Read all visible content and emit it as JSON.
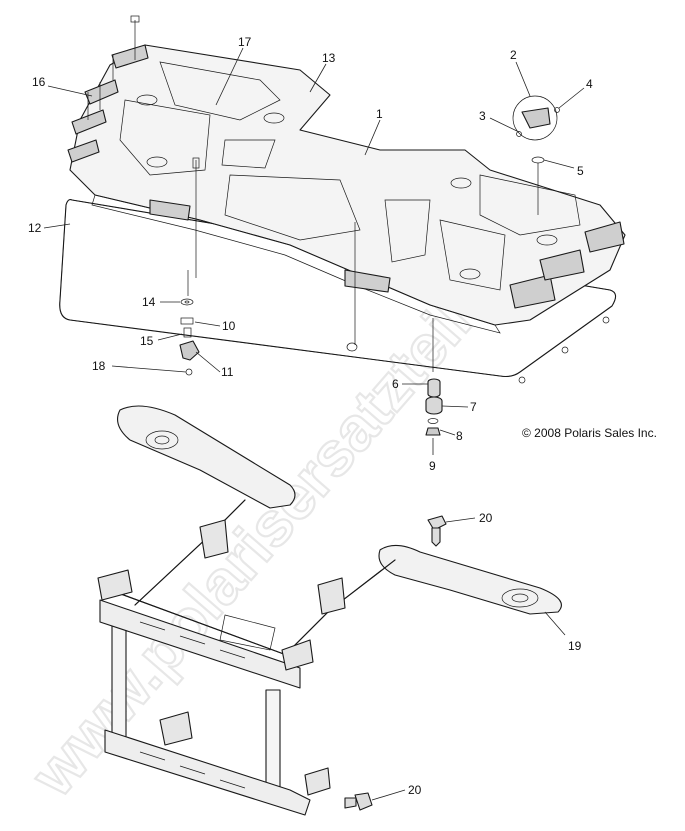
{
  "watermark": "www.polarisersatzteile.de",
  "copyright": "© 2008 Polaris Sales Inc.",
  "callouts": [
    {
      "id": "1",
      "label": "1"
    },
    {
      "id": "2",
      "label": "2"
    },
    {
      "id": "3",
      "label": "3"
    },
    {
      "id": "4",
      "label": "4"
    },
    {
      "id": "5",
      "label": "5"
    },
    {
      "id": "6",
      "label": "6"
    },
    {
      "id": "7",
      "label": "7"
    },
    {
      "id": "8",
      "label": "8"
    },
    {
      "id": "9",
      "label": "9"
    },
    {
      "id": "10",
      "label": "10"
    },
    {
      "id": "11",
      "label": "11"
    },
    {
      "id": "12",
      "label": "12"
    },
    {
      "id": "13",
      "label": "13"
    },
    {
      "id": "14",
      "label": "14"
    },
    {
      "id": "15",
      "label": "15"
    },
    {
      "id": "16",
      "label": "16"
    },
    {
      "id": "17",
      "label": "17"
    },
    {
      "id": "18",
      "label": "18"
    },
    {
      "id": "19",
      "label": "19"
    },
    {
      "id": "20a",
      "label": "20"
    },
    {
      "id": "20b",
      "label": "20"
    }
  ]
}
